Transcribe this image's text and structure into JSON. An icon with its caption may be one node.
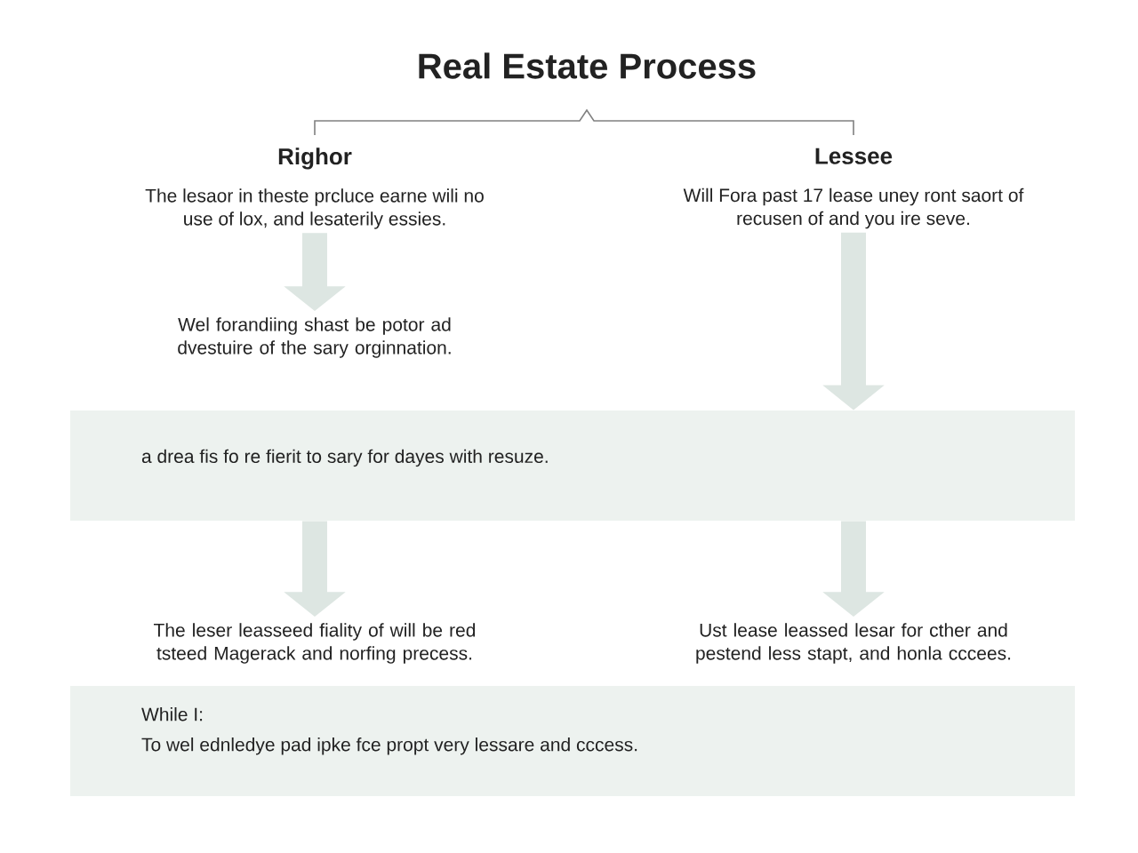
{
  "diagram": {
    "title": "Real Estate Process",
    "nodes": [
      {
        "text": [
          "Righor",
          "The lesaor in theste prcluce earne wili no use of lox, and lesaterily essies."
        ]
      },
      {
        "text": [
          "Lessee",
          "Will Fora past 17 lease uney ront saort of recusen of and you ire seve."
        ]
      },
      {
        "text": [
          "Wel forandiing shast be potor ad dvestuire of the sary orginnation."
        ]
      },
      {
        "text": [
          "a drea fis fo re fierit to sary for dayes with resuze."
        ]
      },
      {
        "text": [
          "The leser leasseed fiality of will be red tsteed Magerack and norfing precess."
        ]
      },
      {
        "text": [
          "Ust lease leassed lesar for cther and pestend less stapt, and honla cccees."
        ]
      },
      {
        "text": [
          "While I:",
          "To wel ednledye pad ipke fce propt very lessare and cccess."
        ]
      }
    ],
    "edges": [
      {
        "from": 0,
        "to": 2,
        "arrow": "to"
      },
      {
        "from": 1,
        "to": 3,
        "arrow": "to"
      },
      {
        "from": 3,
        "to": 4,
        "arrow": "to"
      },
      {
        "from": 3,
        "to": 5,
        "arrow": "to"
      }
    ]
  }
}
